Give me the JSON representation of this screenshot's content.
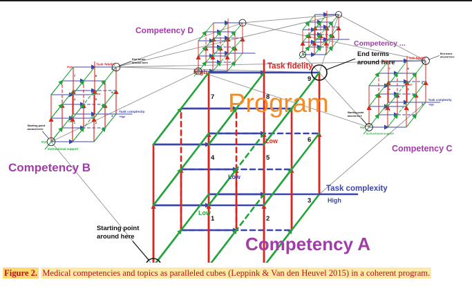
{
  "diagram": {
    "center_title": "Program",
    "competencies": [
      {
        "name": "Competency A"
      },
      {
        "name": "Competency B"
      },
      {
        "name": "Competency C"
      },
      {
        "name": "Competency D"
      },
      {
        "name": "Competency ..."
      }
    ],
    "axes": {
      "fidelity": "Task fidelity",
      "complexity": "Task complexity",
      "support": "Instructional support"
    },
    "levels": {
      "high": "High",
      "low": "Low"
    },
    "annotations": {
      "start_line1": "Starting point",
      "start_line2": "around here",
      "end_line1": "End terms",
      "end_line2": "around here"
    },
    "cell_numbers": [
      "1",
      "2",
      "3",
      "4",
      "5",
      "6",
      "7",
      "8",
      "9"
    ],
    "colors": {
      "red": "#e3211c",
      "blue": "#3b45a8",
      "green": "#22a43a",
      "orange": "#f28c28",
      "purple": "#a23ca8",
      "connector": "#909090"
    }
  },
  "caption": {
    "figure_label": "Figure 2.",
    "text": "Medical competencies and topics as paralleled cubes (Leppink & Van den Heuvel 2015) in a coherent program."
  }
}
